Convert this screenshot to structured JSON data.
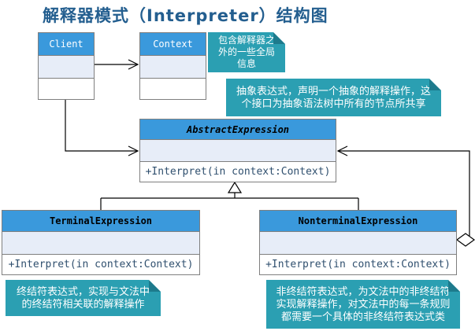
{
  "title": "解释器模式（Interpreter）结构图",
  "diagram_type": "uml-class-diagram",
  "classes": [
    {
      "name": "Client",
      "attributes": "",
      "methods": ""
    },
    {
      "name": "Context",
      "attributes": "",
      "methods": ""
    },
    {
      "name": "AbstractExpression",
      "abstract": true,
      "attributes": "",
      "methods": "+Interpret(in context:Context)"
    },
    {
      "name": "TerminalExpression",
      "attributes": "",
      "methods": "+Interpret(in context:Context)"
    },
    {
      "name": "NonterminalExpression",
      "attributes": "",
      "methods": "+Interpret(in context:Context)"
    }
  ],
  "notes": [
    {
      "target": "Context",
      "text": "包含解释器之\n外的一些全局\n信息"
    },
    {
      "target": "AbstractExpression",
      "text": "抽象表达式，声明一个抽象的解释操作，这\n个接口为抽象语法树中所有的节点所共享"
    },
    {
      "target": "TerminalExpression",
      "text": "终结符表达式，实现与文法中\n的终结符相关联的解释操作"
    },
    {
      "target": "NonterminalExpression",
      "text": "非终结符表达式，为文法中的非终结符\n实现解释操作，对文法中的每一条规则\n都需要一个具体的非终结符表达式类"
    }
  ],
  "relations": [
    {
      "from": "Client",
      "to": "Context",
      "type": "association"
    },
    {
      "from": "Client",
      "to": "AbstractExpression",
      "type": "association"
    },
    {
      "from": "TerminalExpression",
      "to": "AbstractExpression",
      "type": "inheritance"
    },
    {
      "from": "NonterminalExpression",
      "to": "AbstractExpression",
      "type": "inheritance"
    },
    {
      "from": "NonterminalExpression",
      "to": "AbstractExpression",
      "type": "aggregation"
    }
  ],
  "colors": {
    "title_color": "#235E8F",
    "class_header": "#3A99DC",
    "class_attr_row": "#E7EDF8",
    "class_border": "#7F7F7F",
    "method_text": "#2F4F6E",
    "note_bg": "#2B9FB2",
    "note_fold": "#1D7A8C",
    "connector": "#000000"
  }
}
